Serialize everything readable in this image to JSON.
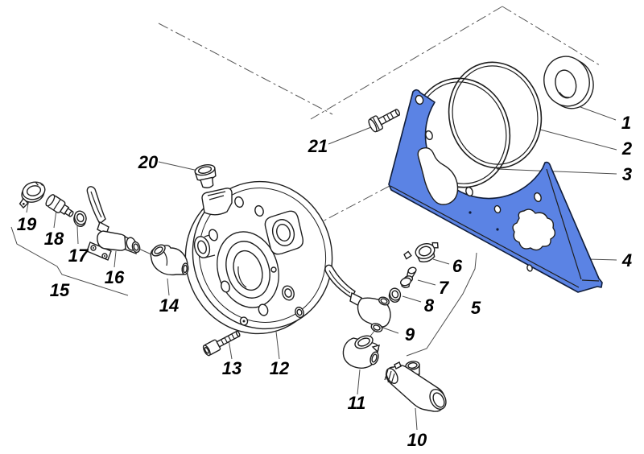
{
  "diagram": {
    "kind": "exploded-parts-diagram",
    "colors": {
      "background": "#ffffff",
      "outline": "#1e1e1e",
      "accent_fill": "#5b83e4",
      "accent_stroke": "#101d3a",
      "leader": "#4c4c4c",
      "phantom": "#585858"
    },
    "callouts": [
      {
        "number": "1"
      },
      {
        "number": "2"
      },
      {
        "number": "3"
      },
      {
        "number": "4"
      },
      {
        "number": "5"
      },
      {
        "number": "6"
      },
      {
        "number": "7"
      },
      {
        "number": "8"
      },
      {
        "number": "9"
      },
      {
        "number": "10"
      },
      {
        "number": "11"
      },
      {
        "number": "12"
      },
      {
        "number": "13"
      },
      {
        "number": "14"
      },
      {
        "number": "15"
      },
      {
        "number": "16"
      },
      {
        "number": "17"
      },
      {
        "number": "18"
      },
      {
        "number": "19"
      },
      {
        "number": "20"
      },
      {
        "number": "21"
      }
    ]
  }
}
